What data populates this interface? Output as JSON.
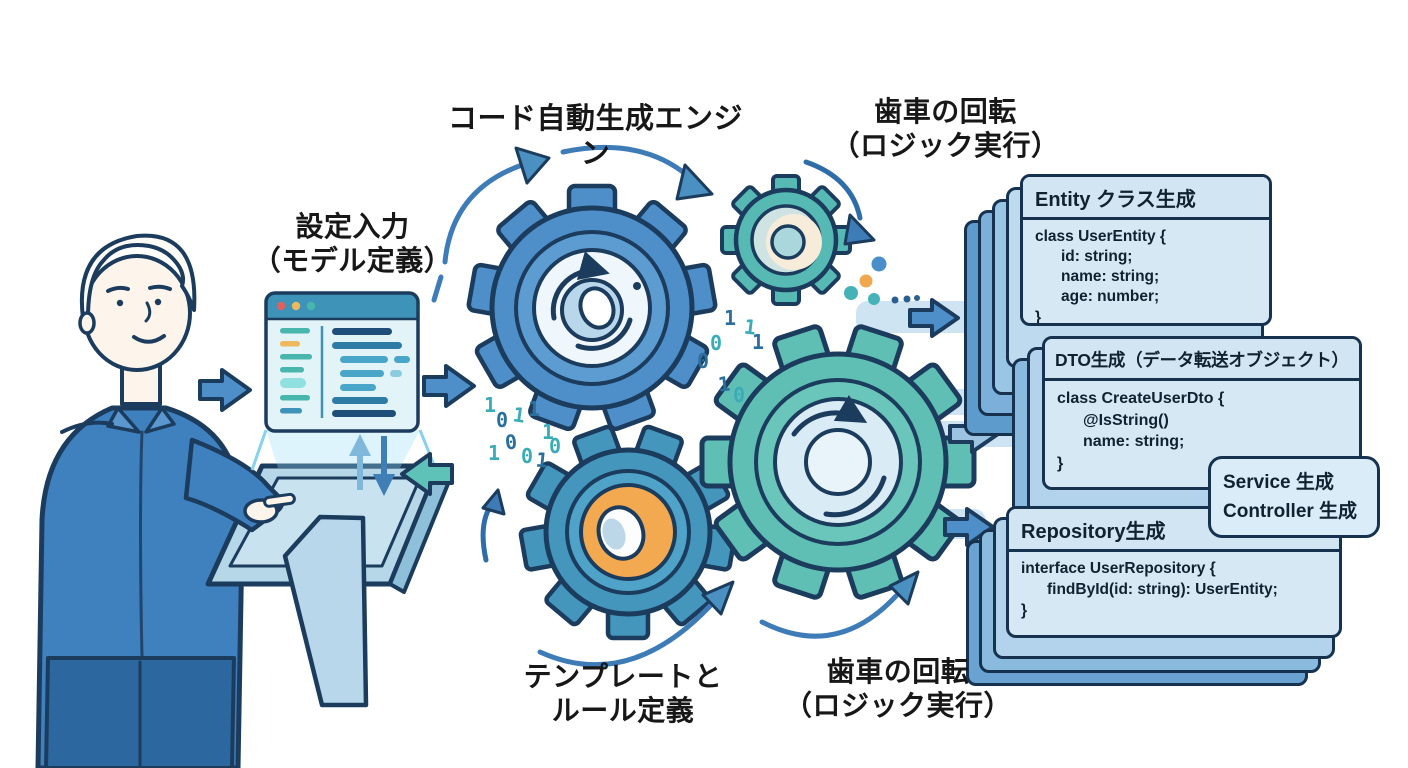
{
  "labels": {
    "input": [
      "設定入力",
      "（モデル定義）"
    ],
    "engine": "コード自動生成エンジン",
    "gear_rotation_top": [
      "歯車の回転",
      "（ロジック実行）"
    ],
    "template_rules": [
      "テンプレートと",
      "ルール定義"
    ],
    "gear_rotation_bottom": [
      "歯車の回転",
      "（ロジック実行）"
    ]
  },
  "cards": {
    "entity": {
      "title": "Entity クラス生成",
      "code": [
        "class UserEntity {",
        "id: string;",
        "name: string;",
        "age: number;",
        "}"
      ]
    },
    "dto": {
      "title": "DTO生成（データ転送オブジェクト）",
      "code": [
        "class CreateUserDto {",
        "@IsString()",
        "name: string;",
        "}"
      ]
    },
    "service": {
      "lines": [
        "Service 生成",
        "Controller 生成"
      ]
    },
    "repository": {
      "title": "Repository生成",
      "code": [
        "interface UserRepository {",
        "findById(id: string): UserEntity;",
        "}"
      ]
    }
  },
  "binary": {
    "a": [
      "1",
      "0",
      "1",
      "1",
      "1",
      "0",
      "1",
      "0",
      "1",
      "0"
    ],
    "c": [
      "1",
      "1",
      "0",
      "0",
      "1",
      "0",
      "1"
    ]
  },
  "colors": {
    "navy_outline": "#1c3c5e",
    "gear_blue": "#4e8fc9",
    "gear_teal": "#5fbfb4",
    "gear_small_teal": "#57b9b3",
    "orange_ring": "#f2a94f",
    "cream_ring": "#f7ecd9",
    "card_bg": "#d6e8f4",
    "editor_titlebar": "#3d93b8",
    "dot_red": "#e06060",
    "dot_yellow": "#eeb95e",
    "dot_teal": "#49b6ae",
    "binary_teal": "#3aacb8",
    "binary_blue": "#2a6f9e"
  }
}
